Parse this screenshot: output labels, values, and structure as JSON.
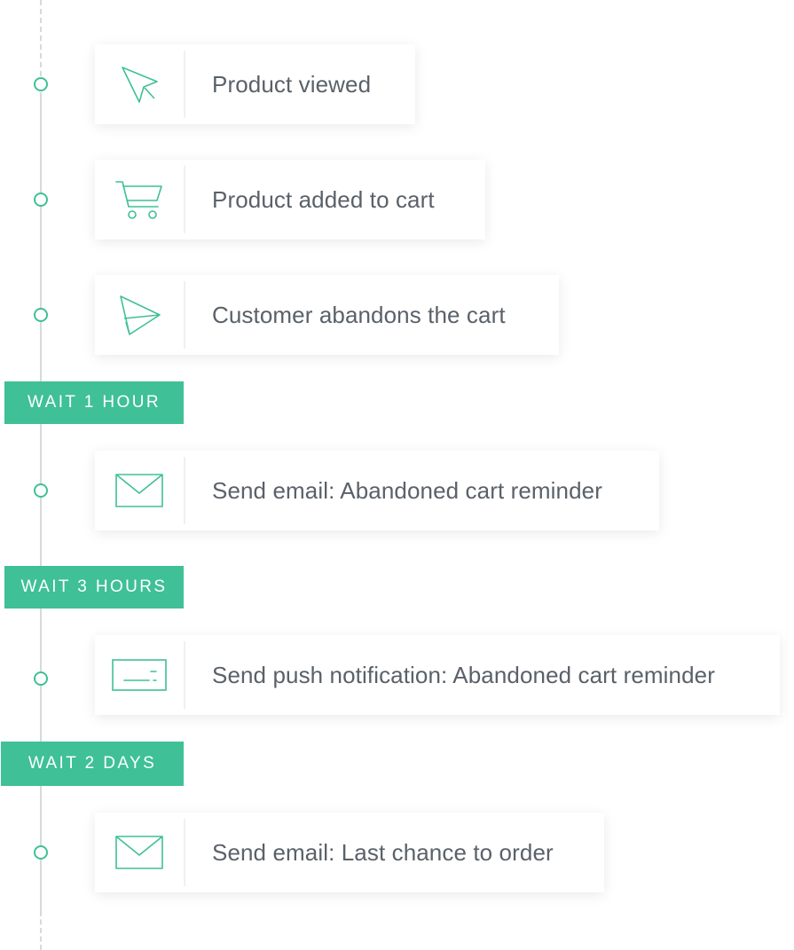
{
  "accent_color": "#3fc096",
  "steps": [
    {
      "icon": "cursor-icon",
      "label": "Product viewed"
    },
    {
      "icon": "cart-icon",
      "label": "Product added to cart"
    },
    {
      "icon": "paper-plane-icon",
      "label": "Customer abandons the cart"
    },
    {
      "icon": "envelope-icon",
      "label": "Send email: Abandoned cart reminder"
    },
    {
      "icon": "push-notification-icon",
      "label": "Send push notification: Abandoned cart reminder"
    },
    {
      "icon": "envelope-icon",
      "label": "Send email: Last chance to order"
    }
  ],
  "waits": [
    {
      "label": "WAIT 1 HOUR"
    },
    {
      "label": "WAIT 3 HOURS"
    },
    {
      "label": "WAIT 2 DAYS"
    }
  ]
}
